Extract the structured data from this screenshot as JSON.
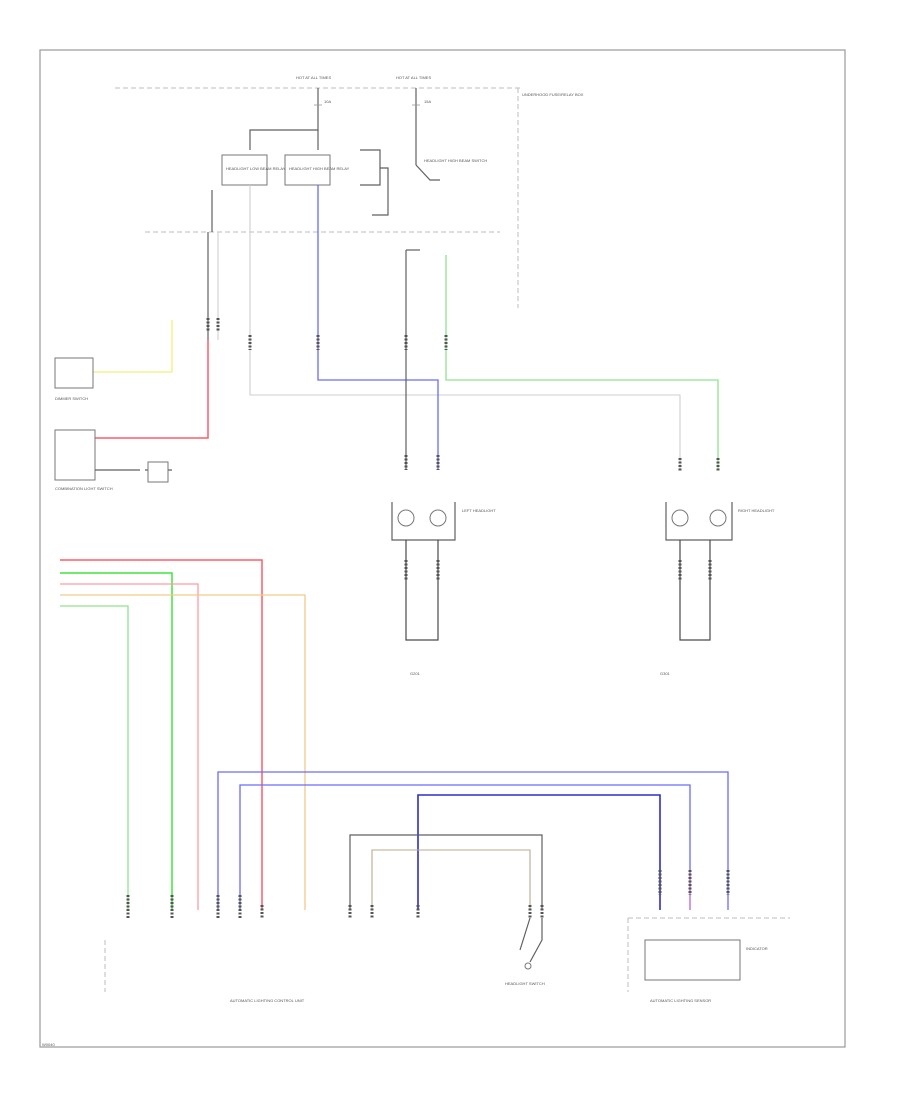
{
  "diagram": {
    "footer_code": "W0040",
    "fuse_left": "HOT AT ALL TIMES",
    "fuse_right": "HOT AT ALL TIMES",
    "fuse_left_id": "10A",
    "fuse_right_id": "15A",
    "underhood_box": "UNDERHOOD FUSE/RELAY BOX",
    "relay_left": "HEADLIGHT LOW BEAM RELAY",
    "relay_right": "HEADLIGHT HIGH BEAM RELAY",
    "switch_high": "HEADLIGHT HIGH BEAM SWITCH",
    "combination_switch": "COMBINATION LIGHT SWITCH",
    "dimmer_switch": "DIMMER SWITCH",
    "left_headlight": "LEFT HEADLIGHT",
    "right_headlight": "RIGHT HEADLIGHT",
    "left_ground": "G201",
    "right_ground": "G301",
    "control_unit": "AUTOMATIC LIGHTING CONTROL UNIT",
    "light_sensor": "AUTOMATIC LIGHTING SENSOR",
    "headlight_switch": "HEADLIGHT SWITCH",
    "indicator": "INDICATOR",
    "wire_colors": {
      "red": "#ff5c6a",
      "blue": "#6a6aff",
      "navy": "#2d2dcc",
      "green": "#8fe38f",
      "lime": "#3fe53f",
      "yellow": "#f4ef7a",
      "orange": "#f0c98a",
      "gray": "#cfcfcf"
    }
  }
}
